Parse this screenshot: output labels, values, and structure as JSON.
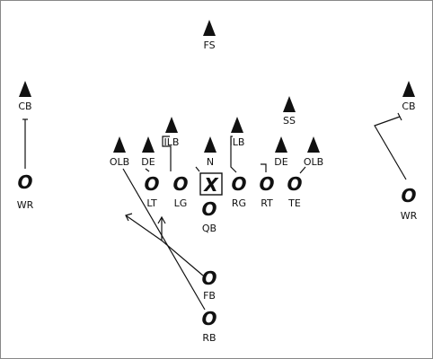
{
  "colors": {
    "ink": "#111111",
    "background": "#ffffff"
  },
  "defense": [
    {
      "id": "fs",
      "label": "FS"
    },
    {
      "id": "ss",
      "label": "SS"
    },
    {
      "id": "cb-left",
      "label": "CB"
    },
    {
      "id": "cb-right",
      "label": "CB"
    },
    {
      "id": "ilb-left",
      "label": "ILB"
    },
    {
      "id": "ilb-right",
      "label": "ILB"
    },
    {
      "id": "olb-left",
      "label": "OLB"
    },
    {
      "id": "de-left",
      "label": "DE"
    },
    {
      "id": "nose",
      "label": "N"
    },
    {
      "id": "de-right",
      "label": "DE"
    },
    {
      "id": "olb-right",
      "label": "OLB"
    }
  ],
  "offense": [
    {
      "id": "wr-left",
      "label": "WR",
      "symbol": "O"
    },
    {
      "id": "lt",
      "label": "LT",
      "symbol": "O"
    },
    {
      "id": "lg",
      "label": "LG",
      "symbol": "O"
    },
    {
      "id": "center",
      "label": "",
      "symbol": "X"
    },
    {
      "id": "rg",
      "label": "RG",
      "symbol": "O"
    },
    {
      "id": "rt",
      "label": "RT",
      "symbol": "O"
    },
    {
      "id": "te",
      "label": "TE",
      "symbol": "O"
    },
    {
      "id": "wr-right",
      "label": "WR",
      "symbol": "O"
    },
    {
      "id": "qb",
      "label": "QB",
      "symbol": "O"
    },
    {
      "id": "fb",
      "label": "FB",
      "symbol": "O"
    },
    {
      "id": "rb",
      "label": "RB",
      "symbol": "O"
    }
  ]
}
